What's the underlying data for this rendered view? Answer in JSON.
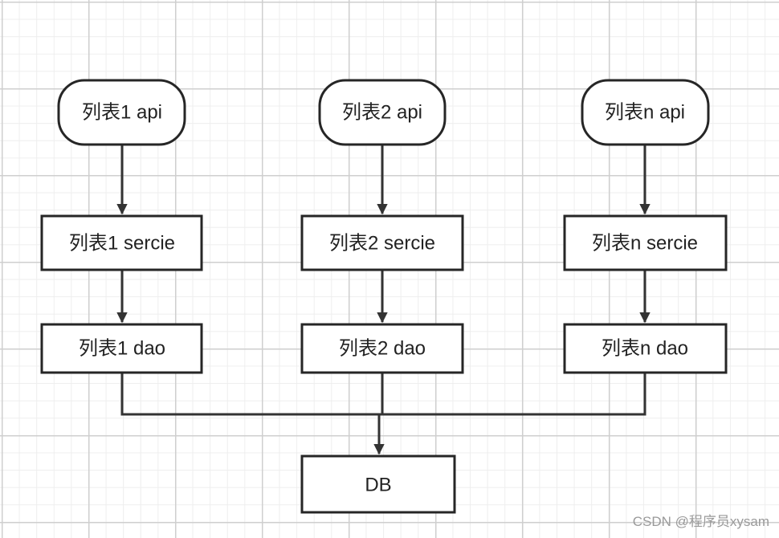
{
  "diagram": {
    "columns": [
      {
        "api": "列表1 api",
        "service": "列表1 sercie",
        "dao": "列表1 dao"
      },
      {
        "api": "列表2 api",
        "service": "列表2 sercie",
        "dao": "列表2 dao"
      },
      {
        "api": "列表n api",
        "service": "列表n sercie",
        "dao": "列表n dao"
      }
    ],
    "db": "DB"
  },
  "watermark": "CSDN @程序员xysam"
}
